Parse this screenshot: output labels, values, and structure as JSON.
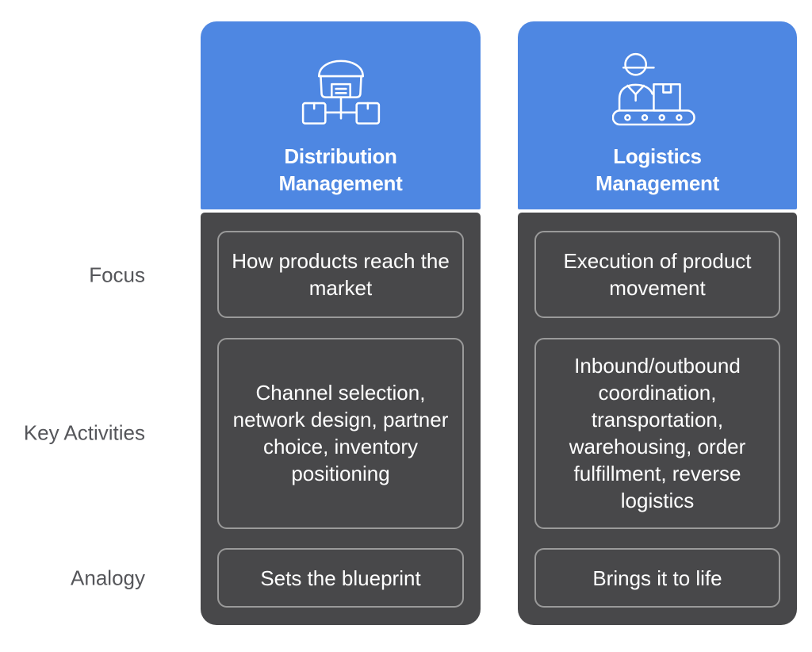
{
  "rows": [
    {
      "label": "Focus"
    },
    {
      "label": "Key Activities"
    },
    {
      "label": "Analogy"
    }
  ],
  "columns": [
    {
      "title": "Distribution Management",
      "icon": "warehouse-distribution-icon",
      "cells": {
        "focus": "How products reach the market",
        "key_activities": "Channel selection, network design, partner choice, inventory positioning",
        "analogy": "Sets the blueprint"
      }
    },
    {
      "title": "Logistics Management",
      "icon": "worker-conveyor-belt-icon",
      "cells": {
        "focus": "Execution of product movement",
        "key_activities": "Inbound/outbound coordination, transportation, warehousing, order fulfillment, reverse logistics",
        "analogy": "Brings it to life"
      }
    }
  ],
  "colors": {
    "header_blue": "#4e87e2",
    "body_dark": "#48484a",
    "cell_border": "#9a9a9a",
    "label_text": "#55565a",
    "header_text": "#ffffff",
    "cell_text": "#ffffff",
    "background": "#ffffff"
  }
}
